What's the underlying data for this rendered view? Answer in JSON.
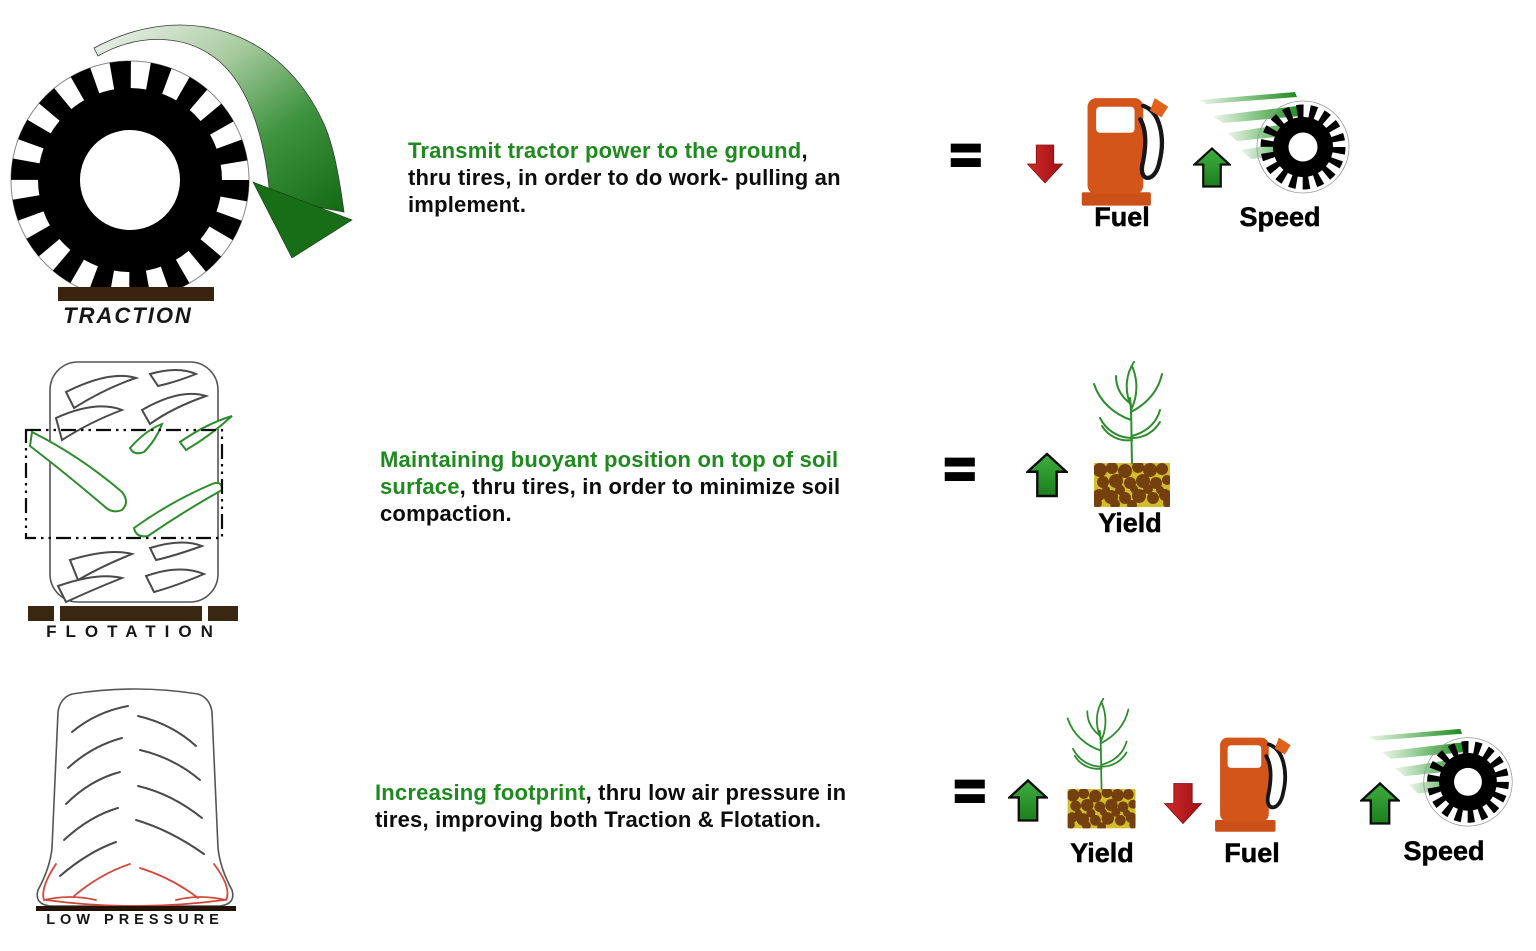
{
  "colors": {
    "green_text": "#1f8a1f",
    "black_text": "#0d0d0d",
    "arrow_up_green": "#2a932a",
    "arrow_down_red": "#c01518",
    "fuel_pump_orange": "#d4551a",
    "soil_brown": "#74400e",
    "soil_speckle_yellow": "#d2bd2a",
    "ground_bar_brown": "#3a2712",
    "tire_black": "#000000",
    "tread_green": "#2e8b2e"
  },
  "rows": [
    {
      "id": "traction",
      "tire_label": "TRACTION",
      "equals": "=",
      "lines": [
        {
          "green": "Transmit tractor power to the ground",
          "black": ","
        },
        {
          "green": "",
          "black": "thru tires, in order to do work- pulling an"
        },
        {
          "green": "",
          "black": "implement."
        }
      ],
      "outcomes": [
        {
          "direction": "down",
          "icon": "fuel-pump",
          "label": "Fuel"
        },
        {
          "direction": "up",
          "icon": "speed-tire",
          "label": "Speed"
        }
      ]
    },
    {
      "id": "flotation",
      "tire_label": "FLOTATION",
      "equals": "=",
      "lines": [
        {
          "green": "Maintaining buoyant position on top of soil",
          "black": ""
        },
        {
          "green": "surface",
          "black": ", thru tires, in order to minimize soil"
        },
        {
          "green": "",
          "black": "compaction."
        }
      ],
      "outcomes": [
        {
          "direction": "up",
          "icon": "crop-plant",
          "label": "Yield"
        }
      ]
    },
    {
      "id": "low-pressure",
      "tire_label": "LOW PRESSURE",
      "equals": "=",
      "lines": [
        {
          "green": "Increasing footprint",
          "black": ", thru low air pressure in"
        },
        {
          "green": "",
          "black": "tires, improving both Traction & Flotation."
        }
      ],
      "outcomes": [
        {
          "direction": "up",
          "icon": "crop-plant",
          "label": "Yield"
        },
        {
          "direction": "down",
          "icon": "fuel-pump",
          "label": "Fuel"
        },
        {
          "direction": "up",
          "icon": "speed-tire",
          "label": "Speed"
        }
      ]
    }
  ]
}
